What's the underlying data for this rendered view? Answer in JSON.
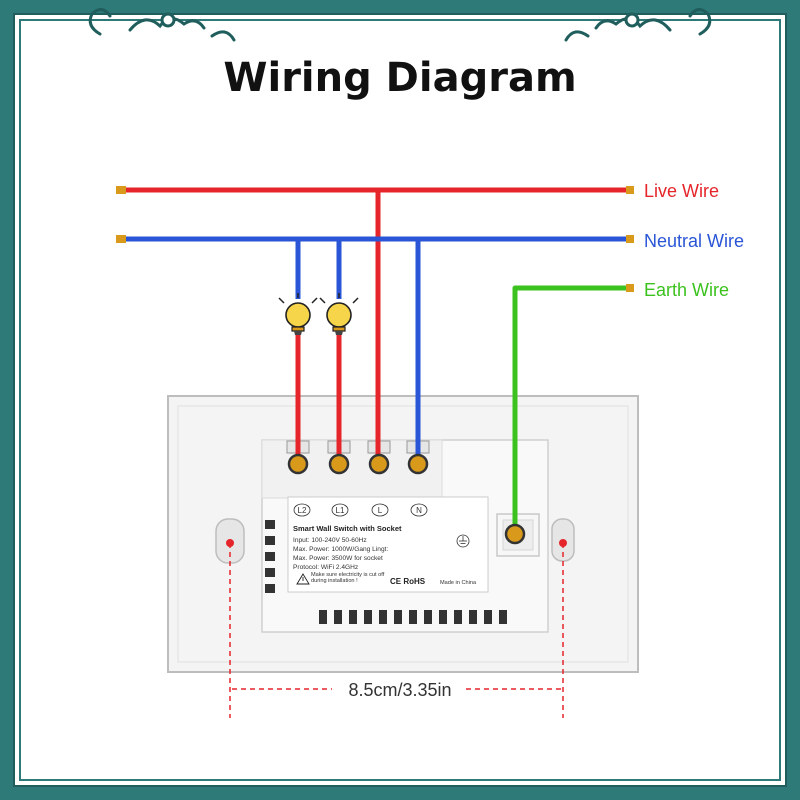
{
  "title": "Wiring Diagram",
  "wires": {
    "live": "Live Wire",
    "neutral": "Neutral Wire",
    "earth": "Earth Wire"
  },
  "colors": {
    "frame": "#2e7a78",
    "live": "#e5252a",
    "neutral": "#2a55d6",
    "earth": "#3cc21e",
    "brass": "#d99a1c",
    "dimension": "#e5252a"
  },
  "terminals": [
    "L2",
    "L1",
    "L",
    "N"
  ],
  "label_plate": {
    "heading": "Smart Wall Switch with Socket",
    "specs": [
      "Input: 100-240V 50-60Hz",
      "Max. Power: 1000W/Gang Lingt:",
      "Max. Power: 3500W for socket",
      "Protocol: WiFi 2.4GHz"
    ],
    "warning": "Make sure electricity is cut off during installation !",
    "marks": "CE RoHS",
    "origin": "Made in China"
  },
  "dimension": "8.5cm/3.35in"
}
